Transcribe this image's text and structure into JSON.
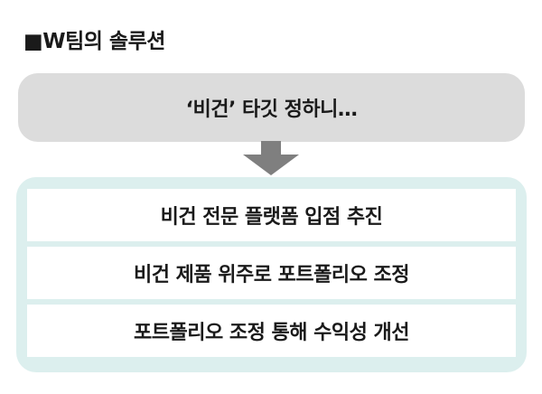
{
  "title": "■W팀의 솔루션",
  "top_box": {
    "text": "‘비건’ 타깃 정하니…"
  },
  "steps": [
    "비건 전문 플랫폼 입점 추진",
    "비건 제품 위주로 포트폴리오 조정",
    "포트폴리오 조정 통해 수익성 개선"
  ],
  "colors": {
    "top_box_fill": "#dcdcdc",
    "outer_box_fill": "#dcefee",
    "arrow_fill": "#7f7f7f",
    "step_fill": "#ffffff"
  },
  "icons": {
    "arrow": "arrow-down-icon"
  }
}
